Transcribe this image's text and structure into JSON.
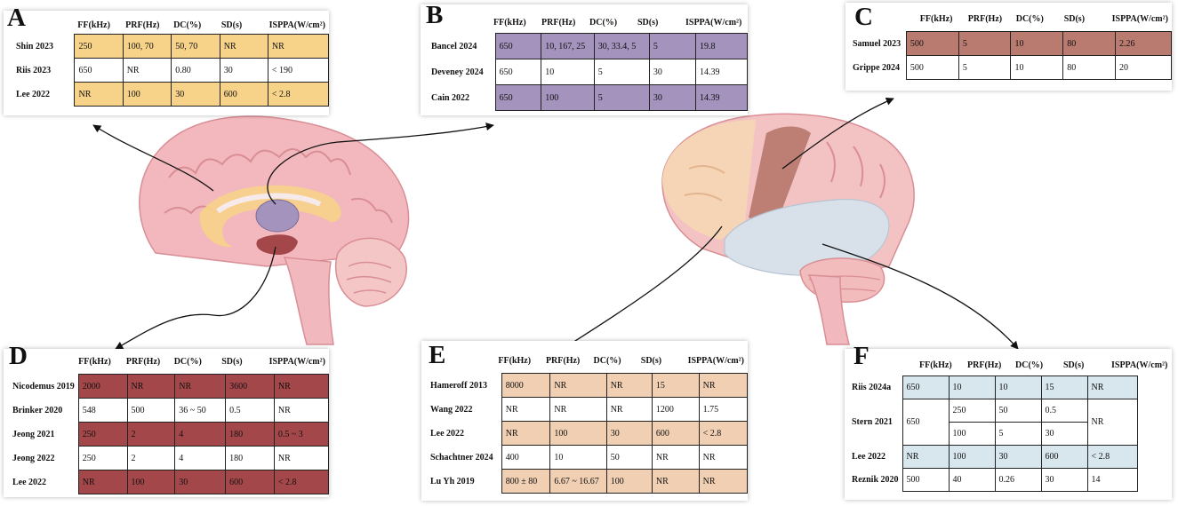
{
  "colors": {
    "A": "#f7d38a",
    "B": "#a393bd",
    "C": "#b97a70",
    "D": "#a4474a",
    "E": "#f0cfb3",
    "F": "#d8e6ee"
  },
  "panels": {
    "A": {
      "letter": "A",
      "headers": [
        "FF(kHz)",
        "PRF(Hz)",
        "DC(%)",
        "SD(s)",
        "ISPPA(W/cm²)"
      ],
      "rows": [
        {
          "name": "Shin 2023",
          "cells": [
            "250",
            "100, 70",
            "50, 70",
            "NR",
            "NR"
          ],
          "hl": true
        },
        {
          "name": "Riis 2023",
          "cells": [
            "650",
            "NR",
            "0.80",
            "30",
            "< 190"
          ],
          "hl": false
        },
        {
          "name": "Lee 2022",
          "cells": [
            "NR",
            "100",
            "30",
            "600",
            "< 2.8"
          ],
          "hl": true
        }
      ]
    },
    "B": {
      "letter": "B",
      "headers": [
        "FF(kHz)",
        "PRF(Hz)",
        "DC(%)",
        "SD(s)",
        "ISPPA(W/cm²)"
      ],
      "rows": [
        {
          "name": "Bancel 2024",
          "cells": [
            "650",
            "10, 167, 25",
            "30, 33.4, 5",
            "5",
            "19.8"
          ],
          "hl": true
        },
        {
          "name": "Deveney 2024",
          "cells": [
            "650",
            "10",
            "5",
            "30",
            "14.39"
          ],
          "hl": false
        },
        {
          "name": "Cain 2022",
          "cells": [
            "650",
            "100",
            "5",
            "30",
            "14.39"
          ],
          "hl": true
        }
      ]
    },
    "C": {
      "letter": "C",
      "headers": [
        "FF(kHz)",
        "PRF(Hz)",
        "DC(%)",
        "SD(s)",
        "ISPPA(W/cm²)"
      ],
      "rows": [
        {
          "name": "Samuel 2023",
          "cells": [
            "500",
            "5",
            "10",
            "80",
            "2.26"
          ],
          "hl": true
        },
        {
          "name": "Grippe 2024",
          "cells": [
            "500",
            "5",
            "10",
            "80",
            "20"
          ],
          "hl": false
        }
      ]
    },
    "D": {
      "letter": "D",
      "headers": [
        "FF(kHz)",
        "PRF(Hz)",
        "DC(%)",
        "SD(s)",
        "ISPPA(W/cm²)"
      ],
      "rows": [
        {
          "name": "Nicodemus 2019",
          "cells": [
            "2000",
            "NR",
            "NR",
            "3600",
            "NR"
          ],
          "hl": true
        },
        {
          "name": "Brinker 2020",
          "cells": [
            "548",
            "500",
            "36 ~ 50",
            "0.5",
            "NR"
          ],
          "hl": false
        },
        {
          "name": "Jeong 2021",
          "cells": [
            "250",
            "2",
            "4",
            "180",
            "0.5 ~ 3"
          ],
          "hl": true
        },
        {
          "name": "Jeong 2022",
          "cells": [
            "250",
            "2",
            "4",
            "180",
            "NR"
          ],
          "hl": false
        },
        {
          "name": "Lee 2022",
          "cells": [
            "NR",
            "100",
            "30",
            "600",
            "< 2.8"
          ],
          "hl": true
        }
      ]
    },
    "E": {
      "letter": "E",
      "headers": [
        "FF(kHz)",
        "PRF(Hz)",
        "DC(%)",
        "SD(s)",
        "ISPPA(W/cm²)"
      ],
      "rows": [
        {
          "name": "Hameroff 2013",
          "cells": [
            "8000",
            "NR",
            "NR",
            "15",
            "NR"
          ],
          "hl": true
        },
        {
          "name": "Wang 2022",
          "cells": [
            "NR",
            "NR",
            "NR",
            "1200",
            "1.75"
          ],
          "hl": false
        },
        {
          "name": "Lee 2022",
          "cells": [
            "NR",
            "100",
            "30",
            "600",
            "< 2.8"
          ],
          "hl": true
        },
        {
          "name": "Schachtner 2024",
          "cells": [
            "400",
            "10",
            "50",
            "NR",
            "NR"
          ],
          "hl": false
        },
        {
          "name": "Lu Yh 2019",
          "cells": [
            "800 ± 80",
            "6.67 ~ 16.67",
            "100",
            "NR",
            "NR"
          ],
          "hl": true
        }
      ]
    },
    "F": {
      "letter": "F",
      "headers": [
        "FF(kHz)",
        "PRF(Hz)",
        "DC(%)",
        "SD(s)",
        "ISPPA(W/cm²)"
      ],
      "riis": {
        "name": "Riis 2024a",
        "cells": [
          "650",
          "10",
          "10",
          "15",
          "NR"
        ]
      },
      "stern": {
        "name": "Stern 2021",
        "ff": "650",
        "sub": [
          [
            "250",
            "50",
            "0.5"
          ],
          [
            "100",
            "5",
            "30"
          ]
        ],
        "isppa": "NR"
      },
      "lee": {
        "name": "Lee 2022",
        "cells": [
          "NR",
          "100",
          "30",
          "600",
          "< 2.8"
        ]
      },
      "reznik": {
        "name": "Reznik 2020",
        "cells": [
          "500",
          "40",
          "0.26",
          "30",
          "14"
        ]
      }
    }
  }
}
